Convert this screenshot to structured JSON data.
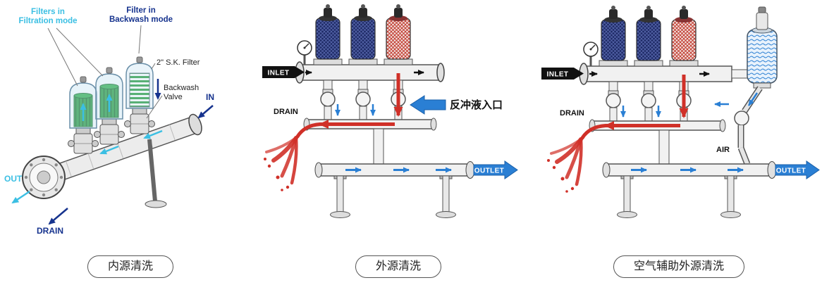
{
  "figure": {
    "type": "filter-backwash-modes-diagram",
    "background": "#ffffff"
  },
  "colors": {
    "label_cyan": "#3bbfe3",
    "label_navy": "#16338e",
    "flow_blue": "#2a7fd4",
    "drain_red": "#d03028",
    "filter_green": "#2f9e41",
    "canister_navy": "#1e2a66",
    "canister_red": "#c03a2e",
    "inlet_black": "#111111"
  },
  "panels": [
    {
      "id": "internal-source-clean",
      "caption": "内源清洗",
      "labels": {
        "filtration_mode_line1": "Filters in",
        "filtration_mode_line2": "Filtration mode",
        "backwash_mode_line1": "Filter in",
        "backwash_mode_line2": "Backwash mode",
        "sk_filter": "2\" S.K. Filter",
        "backwash_valve_line1": "Backwash",
        "backwash_valve_line2": "Valve",
        "in": "IN",
        "out": "OUT",
        "drain": "DRAIN"
      }
    },
    {
      "id": "external-source-clean",
      "caption": "外源清洗",
      "labels": {
        "inlet": "INLET",
        "drain": "DRAIN",
        "backwash_inlet": "反冲液入口",
        "outlet": "OUTLET"
      }
    },
    {
      "id": "air-assisted-external-clean",
      "caption": "空气辅助外源清洗",
      "labels": {
        "inlet": "INLET",
        "drain": "DRAIN",
        "air": "AIR",
        "outlet": "OUTLET"
      }
    }
  ]
}
